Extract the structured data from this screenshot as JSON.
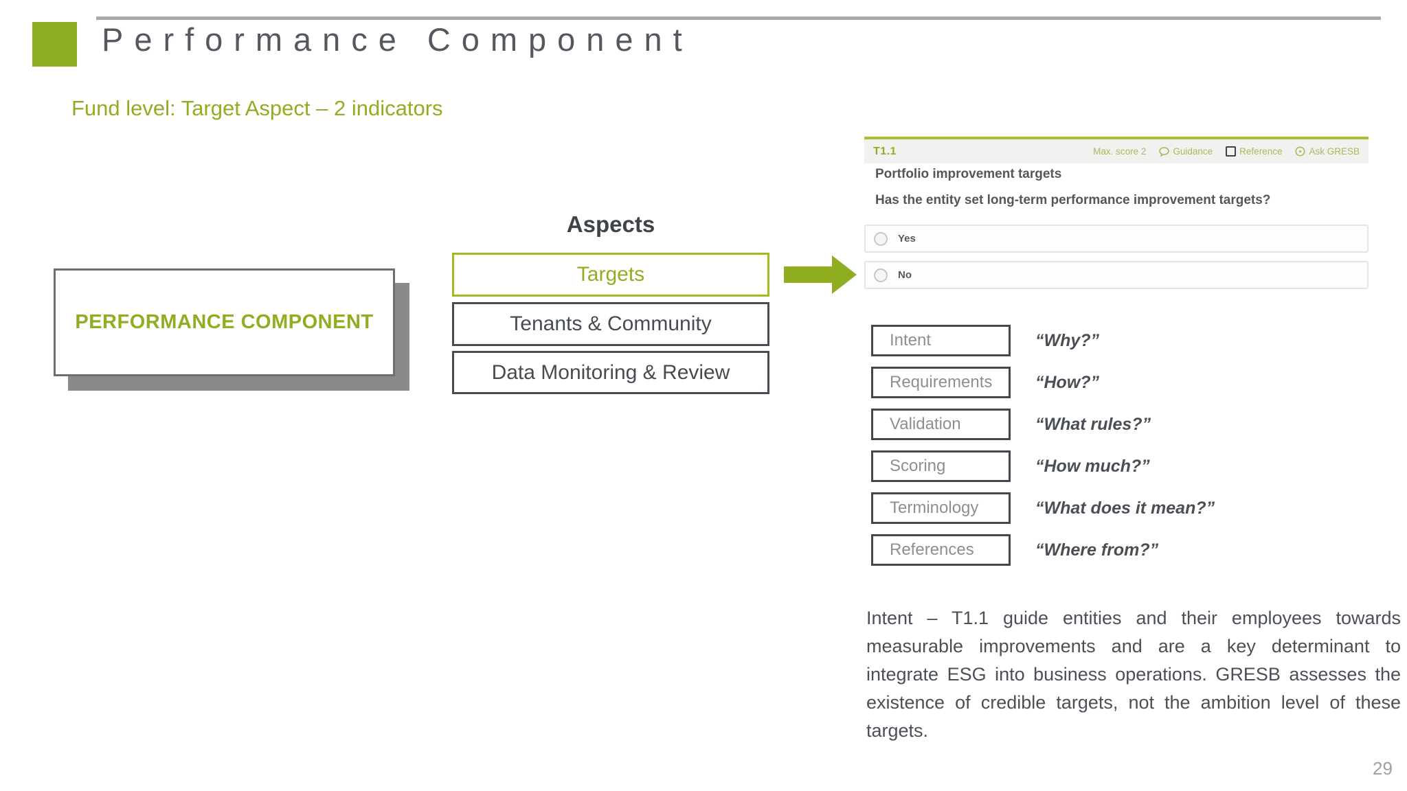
{
  "slide": {
    "title": "Performance Component",
    "subtitle": "Fund level: Target Aspect – 2 indicators",
    "page_number": "29"
  },
  "component_box": {
    "label": "PERFORMANCE COMPONENT"
  },
  "aspects": {
    "heading": "Aspects",
    "items": [
      {
        "label": "Targets"
      },
      {
        "label": "Tenants & Community"
      },
      {
        "label": "Data Monitoring & Review"
      }
    ]
  },
  "indicator_form": {
    "id": "T1.1",
    "max_score": "Max. score 2",
    "guidance": "Guidance",
    "reference": "Reference",
    "ask": "Ask GRESB",
    "title": "Portfolio improvement targets",
    "question": "Has the entity set long-term performance improvement targets?",
    "options": [
      {
        "label": "Yes"
      },
      {
        "label": "No"
      }
    ]
  },
  "structure_rows": [
    {
      "label": "Intent",
      "quote": "“Why?”"
    },
    {
      "label": "Requirements",
      "quote": "“How?”"
    },
    {
      "label": "Validation",
      "quote": "“What rules?”"
    },
    {
      "label": "Scoring",
      "quote": "“How much?”"
    },
    {
      "label": "Terminology",
      "quote": "“What does it mean?”"
    },
    {
      "label": "References",
      "quote": "“Where from?”"
    }
  ],
  "intent_text": "Intent – T1.1 guide entities and their employees towards measurable improvements and are a key determinant to integrate ESG into business operations. GRESB assesses the existence of credible targets, not the ambition level of these targets.",
  "icons": {
    "guidance": "speech-bubble-icon",
    "reference": "checkbox-icon",
    "ask": "info-circle-icon",
    "arrow": "right-arrow-icon"
  },
  "colors": {
    "green": "#8fae22",
    "form_green": "#a8bf2e",
    "dark_text": "#4a4f55",
    "box_border_dark": "#42474d",
    "gray_rule": "#a9a9a9",
    "shadow_gray": "#8a8a8a"
  }
}
